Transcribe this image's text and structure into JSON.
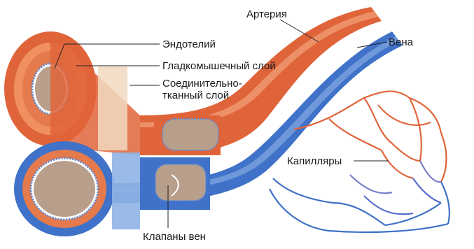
{
  "labels": {
    "artery": "Артерия",
    "vein": "Вена",
    "endothelium": "Эндотелий",
    "smooth_muscle": "Гладкомышечный слой",
    "connective_line1": "Соединительно-",
    "connective_line2": "тканный слой",
    "capillaries": "Капилляры",
    "vein_valves": "Клапаны вен"
  },
  "colors": {
    "artery": "#e0643a",
    "artery_light": "#f2a27a",
    "vein": "#3f72c8",
    "vein_light": "#8fb4e6",
    "lumen": "#b89f8c",
    "endothelium_dots": "#5a8ad8",
    "connective": "#f1d9c0",
    "leader_line": "#222222"
  }
}
